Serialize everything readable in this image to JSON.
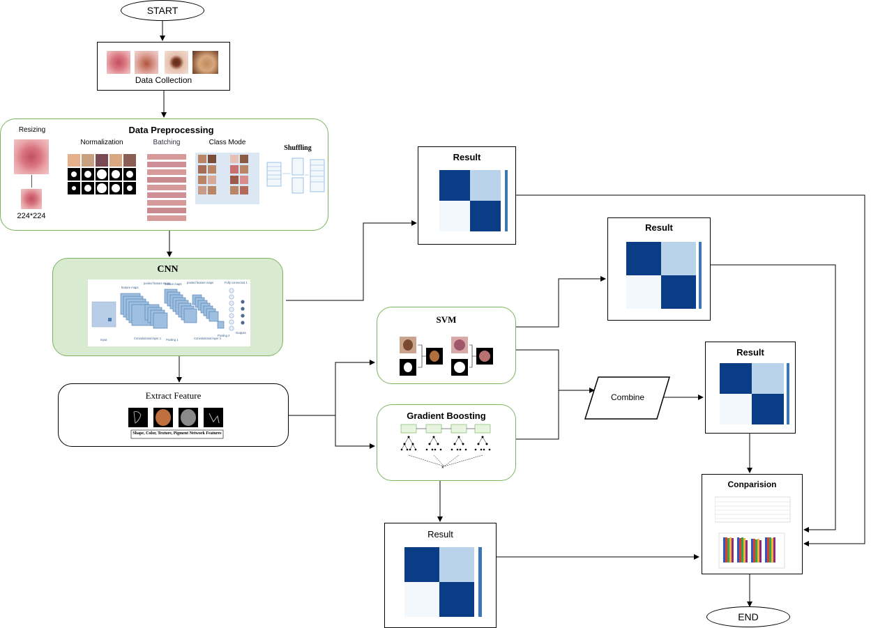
{
  "nodes": {
    "start": "START",
    "end": "END",
    "data_collection": "Data Collection",
    "preprocessing": {
      "title": "Data Preprocessing",
      "resizing": "Resizing",
      "size": "224*224",
      "normalization": "Normalization",
      "batching": "Batching",
      "class_mode": "Class Mode",
      "shuffling": "Shuffling"
    },
    "cnn": {
      "title": "CNN",
      "labels": [
        "feature maps",
        "pooled feature maps",
        "feature maps",
        "pooled feature maps",
        "Fully connected 1",
        "Input",
        "Convolutional layer 1",
        "Pooling 1",
        "Convolutional layer 2",
        "Pooling 2",
        "Outputs"
      ]
    },
    "extract_feature": {
      "title": "Extract Feature",
      "caption": "Shape, Color, Texture, Pigment Network Features"
    },
    "svm": "SVM",
    "gradient_boosting": "Gradient Boosting",
    "combine": "Combine",
    "comparision": "Conparision",
    "result_cnn": "Result",
    "result_svm": "Result",
    "result_combine": "Result",
    "result_gb": "Result"
  },
  "colors": {
    "green_border": "#7cb35e",
    "green_fill": "#d8ebd0",
    "matrix_dark": "#0b3d86",
    "matrix_light": "#b8d3ea",
    "matrix_pale": "#f3f8fc"
  }
}
